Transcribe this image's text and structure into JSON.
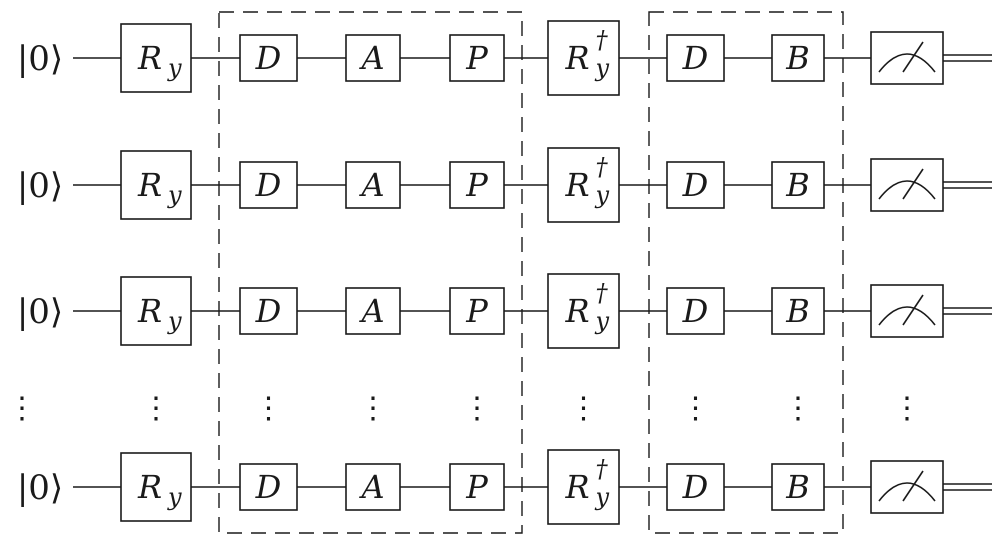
{
  "circuit": {
    "input_state": "|0⟩",
    "gates": [
      {
        "name": "ry",
        "base": "R",
        "sub": "y"
      },
      {
        "name": "d1",
        "base": "D"
      },
      {
        "name": "a",
        "base": "A"
      },
      {
        "name": "p",
        "base": "P"
      },
      {
        "name": "ry-dagger",
        "base": "R",
        "sub": "y",
        "sup": "†"
      },
      {
        "name": "d2",
        "base": "D"
      },
      {
        "name": "b",
        "base": "B"
      },
      {
        "name": "measurement",
        "meter": true
      }
    ],
    "groups": [
      {
        "name": "dap-block",
        "gates": [
          "d1",
          "a",
          "p"
        ]
      },
      {
        "name": "db-block",
        "gates": [
          "d2",
          "b"
        ]
      }
    ],
    "qubit_rows": [
      {
        "type": "qubit"
      },
      {
        "type": "qubit"
      },
      {
        "type": "qubit"
      },
      {
        "type": "ellipsis",
        "symbol": "⋮"
      },
      {
        "type": "qubit"
      }
    ]
  }
}
